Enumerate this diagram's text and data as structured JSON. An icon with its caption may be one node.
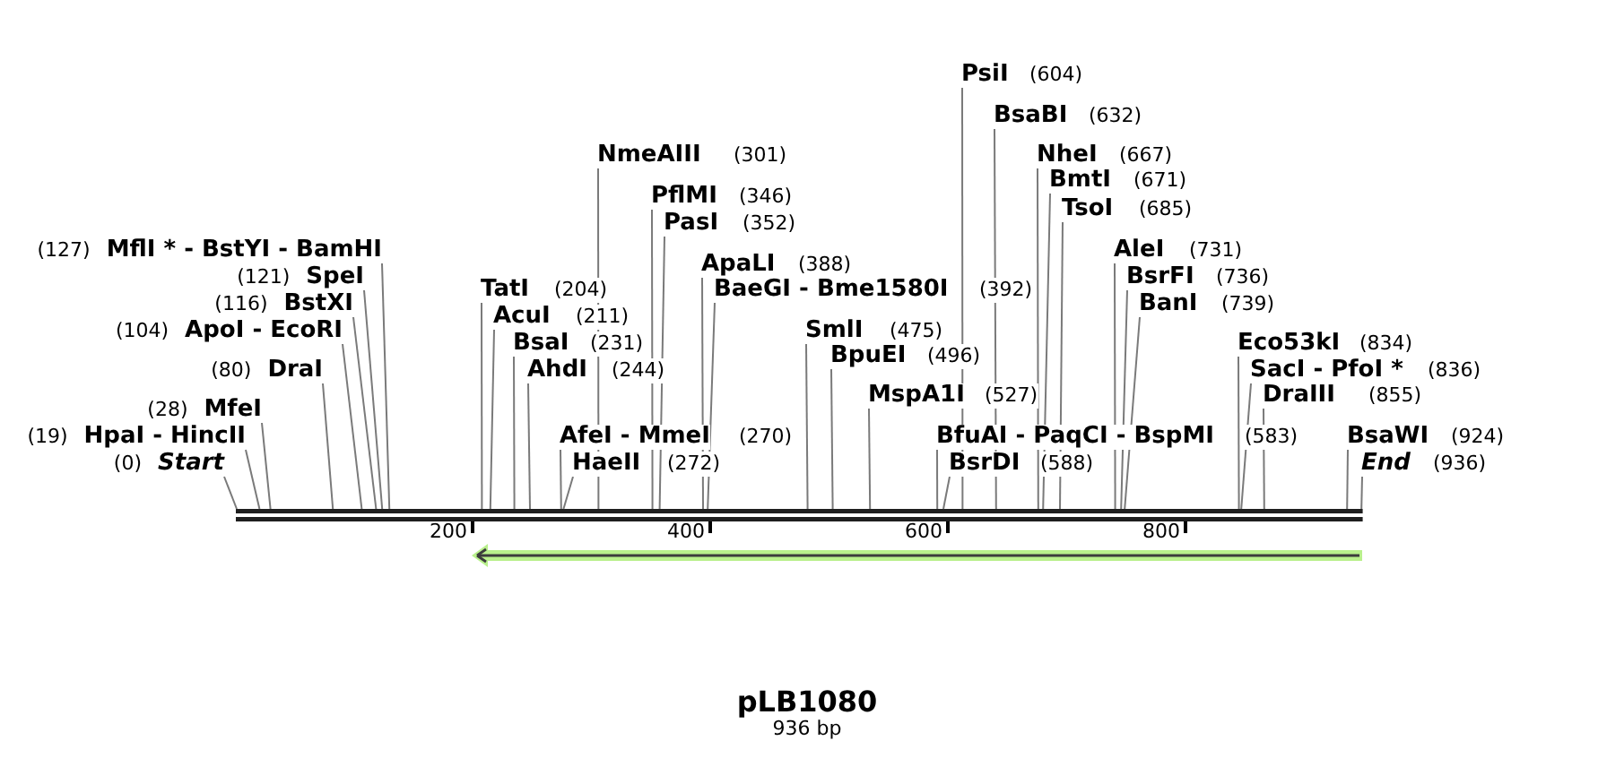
{
  "diagram": {
    "title": "pLB1080",
    "caption": "936 bp",
    "nodes": [
      {
        "text": [
          "(0)",
          "Start"
        ]
      },
      {
        "text": [
          "(19)",
          "HpaI - HincII"
        ]
      },
      {
        "text": [
          "(28)",
          "MfeI"
        ]
      },
      {
        "text": [
          "(80)",
          "DraI"
        ]
      },
      {
        "text": [
          "(104)",
          "ApoI - EcoRI"
        ]
      },
      {
        "text": [
          "(116)",
          "BstXI"
        ]
      },
      {
        "text": [
          "(121)",
          "SpeI"
        ]
      },
      {
        "text": [
          "(127)",
          "MflI * - BstYI - BamHI"
        ]
      },
      {
        "text": [
          "TatI",
          "(204)"
        ]
      },
      {
        "text": [
          "AcuI",
          "(211)"
        ]
      },
      {
        "text": [
          "BsaI",
          "(231)"
        ]
      },
      {
        "text": [
          "AhdI",
          "(244)"
        ]
      },
      {
        "text": [
          "AfeI - MmeI",
          "(270)"
        ]
      },
      {
        "text": [
          "HaeII",
          "(272)"
        ]
      },
      {
        "text": [
          "NmeAIII",
          "(301)"
        ]
      },
      {
        "text": [
          "PflMI",
          "(346)"
        ]
      },
      {
        "text": [
          "PasI",
          "(352)"
        ]
      },
      {
        "text": [
          "ApaLI",
          "(388)"
        ]
      },
      {
        "text": [
          "BaeGI - Bme1580I",
          "(392)"
        ]
      },
      {
        "text": [
          "SmlI",
          "(475)"
        ]
      },
      {
        "text": [
          "BpuEI",
          "(496)"
        ]
      },
      {
        "text": [
          "MspA1I",
          "(527)"
        ]
      },
      {
        "text": [
          "BfuAI - PaqCI - BspMI",
          "(583)"
        ]
      },
      {
        "text": [
          "BsrDI",
          "(588)"
        ]
      },
      {
        "text": [
          "PsiI",
          "(604)"
        ]
      },
      {
        "text": [
          "BsaBI",
          "(632)"
        ]
      },
      {
        "text": [
          "NheI",
          "(667)"
        ]
      },
      {
        "text": [
          "BmtI",
          "(671)"
        ]
      },
      {
        "text": [
          "TsoI",
          "(685)"
        ]
      },
      {
        "text": [
          "AleI",
          "(731)"
        ]
      },
      {
        "text": [
          "BsrFI",
          "(736)"
        ]
      },
      {
        "text": [
          "BanI",
          "(739)"
        ]
      },
      {
        "text": [
          "Eco53kI",
          "(834)"
        ]
      },
      {
        "text": [
          "SacI - PfoI *",
          "(836)"
        ]
      },
      {
        "text": [
          "DraIII",
          "(855)"
        ]
      },
      {
        "text": [
          "BsaWI",
          "(924)"
        ]
      },
      {
        "text": [
          "End",
          "(936)"
        ]
      },
      {
        "text": [],
        "shape": "bar"
      }
    ],
    "edges": [
      {
        "from": 0,
        "to": 37,
        "arrow": "none"
      },
      {
        "from": 1,
        "to": 37,
        "arrow": "none"
      },
      {
        "from": 2,
        "to": 37,
        "arrow": "none"
      },
      {
        "from": 3,
        "to": 37,
        "arrow": "none"
      },
      {
        "from": 4,
        "to": 37,
        "arrow": "none"
      },
      {
        "from": 5,
        "to": 37,
        "arrow": "none"
      },
      {
        "from": 6,
        "to": 37,
        "arrow": "none"
      },
      {
        "from": 7,
        "to": 37,
        "arrow": "none"
      },
      {
        "from": 8,
        "to": 37,
        "arrow": "none"
      },
      {
        "from": 9,
        "to": 37,
        "arrow": "none"
      },
      {
        "from": 10,
        "to": 37,
        "arrow": "none"
      },
      {
        "from": 11,
        "to": 37,
        "arrow": "none"
      },
      {
        "from": 12,
        "to": 37,
        "arrow": "none"
      },
      {
        "from": 13,
        "to": 37,
        "arrow": "none"
      },
      {
        "from": 14,
        "to": 37,
        "arrow": "none"
      },
      {
        "from": 15,
        "to": 37,
        "arrow": "none"
      },
      {
        "from": 16,
        "to": 37,
        "arrow": "none"
      },
      {
        "from": 17,
        "to": 37,
        "arrow": "none"
      },
      {
        "from": 18,
        "to": 37,
        "arrow": "none"
      },
      {
        "from": 19,
        "to": 37,
        "arrow": "none"
      },
      {
        "from": 20,
        "to": 37,
        "arrow": "none"
      },
      {
        "from": 21,
        "to": 37,
        "arrow": "none"
      },
      {
        "from": 22,
        "to": 37,
        "arrow": "none"
      },
      {
        "from": 23,
        "to": 37,
        "arrow": "none"
      },
      {
        "from": 24,
        "to": 37,
        "arrow": "none"
      },
      {
        "from": 25,
        "to": 37,
        "arrow": "none"
      },
      {
        "from": 26,
        "to": 37,
        "arrow": "none"
      },
      {
        "from": 27,
        "to": 37,
        "arrow": "none"
      },
      {
        "from": 28,
        "to": 37,
        "arrow": "none"
      },
      {
        "from": 29,
        "to": 37,
        "arrow": "none"
      },
      {
        "from": 30,
        "to": 37,
        "arrow": "none"
      },
      {
        "from": 31,
        "to": 37,
        "arrow": "none"
      },
      {
        "from": 32,
        "to": 37,
        "arrow": "none"
      },
      {
        "from": 33,
        "to": 37,
        "arrow": "none"
      },
      {
        "from": 34,
        "to": 37,
        "arrow": "none"
      },
      {
        "from": 35,
        "to": 37,
        "arrow": "none"
      },
      {
        "from": 36,
        "to": 37,
        "arrow": "none"
      }
    ],
    "labels": [
      "200",
      "400",
      "600",
      "800"
    ]
  }
}
